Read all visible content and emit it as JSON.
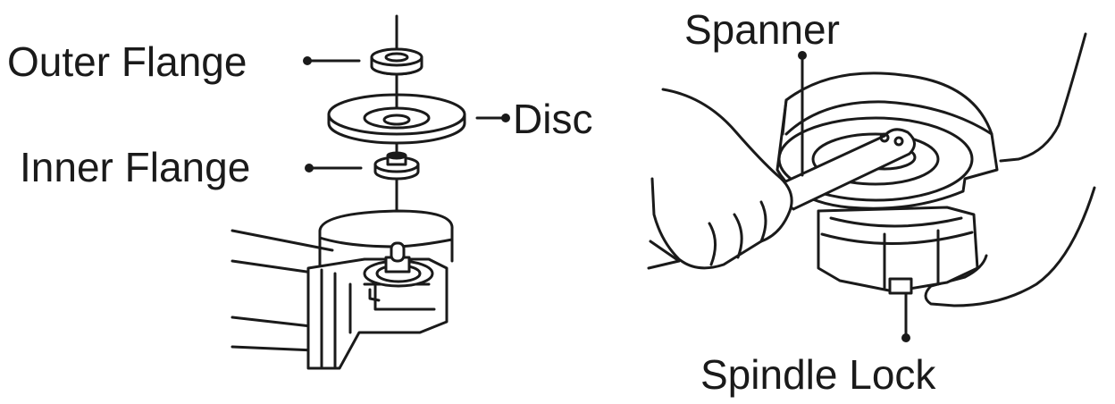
{
  "labels": {
    "outer_flange": "Outer Flange",
    "disc": "Disc",
    "inner_flange": "Inner Flange",
    "spanner": "Spanner",
    "spindle_lock": "Spindle Lock"
  },
  "colors": {
    "ink": "#1a1a1a",
    "background": "#ffffff"
  }
}
